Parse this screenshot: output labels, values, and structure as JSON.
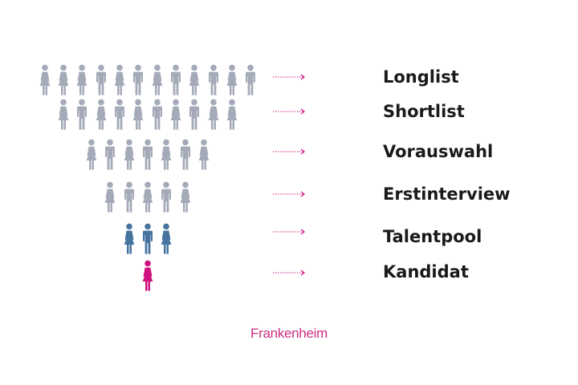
{
  "colors": {
    "grey": "#a4aab8",
    "blue": "#47739f",
    "magenta": "#d1117f",
    "arrow": "#d1117f",
    "label": "#1a1a1a",
    "brand": "#cc2f80"
  },
  "icons": {
    "female": "female-person-icon",
    "male": "male-person-icon",
    "arrow": "dotted-arrow-icon"
  },
  "funnel": [
    {
      "label": "Longlist",
      "color": "grey",
      "people": [
        "f",
        "f",
        "f",
        "m",
        "f",
        "m",
        "f",
        "m",
        "f",
        "m",
        "f",
        "m"
      ]
    },
    {
      "label": "Shortlist",
      "color": "grey",
      "people": [
        "f",
        "m",
        "f",
        "m",
        "f",
        "m",
        "f",
        "m",
        "f",
        "f"
      ]
    },
    {
      "label": "Vorauswahl",
      "color": "grey",
      "people": [
        "f",
        "m",
        "f",
        "m",
        "f",
        "m",
        "f"
      ]
    },
    {
      "label": "Erstinterview",
      "color": "grey",
      "people": [
        "f",
        "m",
        "f",
        "m",
        "f"
      ]
    },
    {
      "label": "Talentpool",
      "color": "blue",
      "people": [
        "f",
        "m",
        "f"
      ]
    },
    {
      "label": "Kandidat",
      "color": "magenta",
      "people": [
        "f"
      ]
    }
  ],
  "brand": {
    "name": "Frankenheim"
  }
}
